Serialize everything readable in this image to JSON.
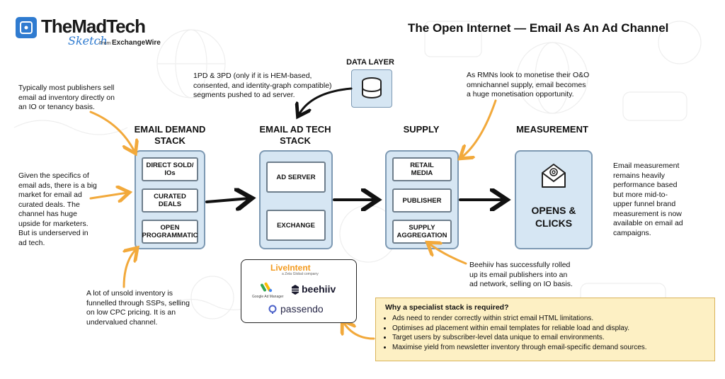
{
  "brand": {
    "name": "TheMadTech",
    "script": "Sketch",
    "from": "From",
    "partner": "ExchangeWire"
  },
  "title": "The Open Internet — Email As An Ad Channel",
  "data_layer": {
    "label": "DATA LAYER",
    "note": [
      "1PD & 3PD (only if it is HEM-based,",
      "consented, and identity-graph compatible)",
      "segments pushed to ad server."
    ]
  },
  "columns": {
    "demand": {
      "head": [
        "EMAIL DEMAND",
        "STACK"
      ],
      "cells": [
        [
          "DIRECT SOLD/",
          "IOs"
        ],
        [
          "CURATED",
          "DEALS"
        ],
        [
          "OPEN",
          "PROGRAMMATIC"
        ]
      ]
    },
    "adtech": {
      "head": [
        "EMAIL AD TECH",
        "STACK"
      ],
      "cells": [
        [
          "AD SERVER"
        ],
        [
          "EXCHANGE"
        ]
      ]
    },
    "supply": {
      "head": [
        "SUPPLY"
      ],
      "cells": [
        [
          "RETAIL",
          "MEDIA"
        ],
        [
          "PUBLISHER"
        ],
        [
          "SUPPLY",
          "AGGREGATION"
        ]
      ]
    },
    "measurement": {
      "head": [
        "MEASUREMENT"
      ],
      "label": [
        "OPENS &",
        "CLICKS"
      ],
      "icon": "email-at-icon"
    }
  },
  "notes": {
    "publishers": [
      "Typically most publishers sell",
      "email ad inventory directly on",
      "an IO or tenancy basis."
    ],
    "curated": [
      "Given the specifics of",
      "email ads, there is a big",
      "market for email ad",
      "curated deals. The",
      "channel has huge",
      "upside for marketers.",
      "But is underserved in",
      "ad tech."
    ],
    "unsold": [
      "A lot of unsold inventory is",
      "funnelled through SSPs, selling",
      "on low CPC pricing. It is an",
      "undervalued channel."
    ],
    "rmns": [
      "As RMNs look to monetise their O&O",
      "omnichannel supply, email becomes",
      "a huge monetisation opportunity."
    ],
    "beehiiv": [
      "Beehiiv has successfully rolled",
      "up its email publishers into an",
      "ad network, selling on IO basis."
    ],
    "measurement": [
      "Email measurement",
      "remains heavily",
      "performance based",
      "but more mid-to-",
      "upper funnel brand",
      "measurement is now",
      "available on email ad",
      "campaigns."
    ]
  },
  "vendors": {
    "liveintent": "LiveIntent",
    "liveintent_sub": "a Zeta Global company",
    "google": "Google Ad Manager",
    "beehiiv": "beehiiv",
    "passendo": "passendo"
  },
  "specialist": {
    "title": "Why a specialist stack is required?",
    "items": [
      "Ads need to render correctly within strict email HTML limitations.",
      "Optimises ad placement within email templates for reliable load and display.",
      "Target users by subscriber-level data unique to email environments.",
      "Maximise yield from newsletter inventory through email-specific demand sources."
    ]
  },
  "colors": {
    "accent": "#2f7bd0",
    "stack_fill": "#d6e6f3",
    "stack_border": "#7d99b3",
    "arrow_orange": "#f2a93b",
    "highlight_fill": "#fdf0c4"
  }
}
